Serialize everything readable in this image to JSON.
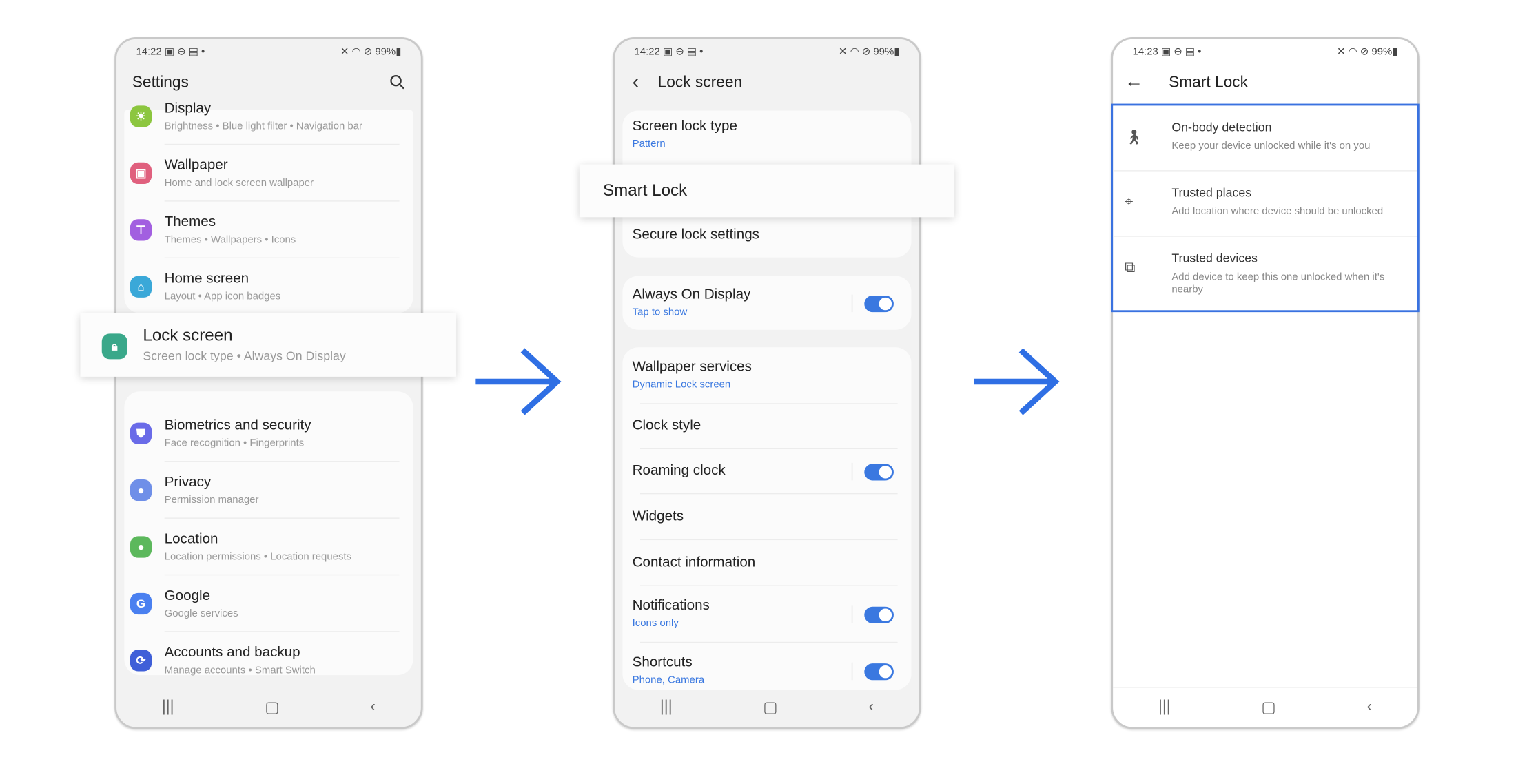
{
  "status": {
    "phone1_time": "14:22",
    "phone2_time": "14:22",
    "phone3_time": "14:23",
    "left_icons": "▣ ⊖ ▤ •",
    "right_icons": "✕ ◠ ⊘",
    "battery": "99%"
  },
  "settings": {
    "title": "Settings",
    "search_icon": "search-icon",
    "items": [
      {
        "title": "Display",
        "subtitle": "Brightness  •  Blue light filter  •  Navigation bar",
        "icon": "sun-icon",
        "color": "#8cc63f"
      },
      {
        "title": "Wallpaper",
        "subtitle": "Home and lock screen wallpaper",
        "icon": "image-icon",
        "color": "#e0607e"
      },
      {
        "title": "Themes",
        "subtitle": "Themes  •  Wallpapers  •  Icons",
        "icon": "brush-icon",
        "color": "#a25fe0"
      },
      {
        "title": "Home screen",
        "subtitle": "Layout  •  App icon badges",
        "icon": "home-icon",
        "color": "#3aa8d8"
      },
      {
        "title": "Biometrics and security",
        "subtitle": "Face recognition  •  Fingerprints",
        "icon": "shield-icon",
        "color": "#6a6be8"
      },
      {
        "title": "Privacy",
        "subtitle": "Permission manager",
        "icon": "privacy-icon",
        "color": "#6f8fe8"
      },
      {
        "title": "Location",
        "subtitle": "Location permissions  •  Location requests",
        "icon": "location-icon",
        "color": "#5cb85c"
      },
      {
        "title": "Google",
        "subtitle": "Google services",
        "icon": "google-icon",
        "color": "#4a80f0"
      },
      {
        "title": "Accounts and backup",
        "subtitle": "Manage accounts  •  Smart Switch",
        "icon": "sync-icon",
        "color": "#3f5fd8"
      }
    ],
    "highlight": {
      "title": "Lock screen",
      "subtitle": "Screen lock type  •  Always On Display",
      "icon": "lock-icon",
      "color": "#3aa88a"
    }
  },
  "lock_screen": {
    "title": "Lock screen",
    "items": [
      {
        "title": "Screen lock type",
        "subtitle": "Pattern"
      },
      {
        "title": "Secure lock settings"
      },
      {
        "title": "Always On Display",
        "subtitle": "Tap to show",
        "toggle": true
      },
      {
        "title": "Wallpaper services",
        "subtitle": "Dynamic Lock screen"
      },
      {
        "title": "Clock style"
      },
      {
        "title": "Roaming clock",
        "toggle": true
      },
      {
        "title": "Widgets"
      },
      {
        "title": "Contact information"
      },
      {
        "title": "Notifications",
        "subtitle": "Icons only",
        "toggle": true
      },
      {
        "title": "Shortcuts",
        "subtitle": "Phone, Camera",
        "toggle": true
      }
    ],
    "highlight": {
      "title": "Smart Lock"
    }
  },
  "smart_lock": {
    "title": "Smart Lock",
    "items": [
      {
        "title": "On-body detection",
        "subtitle": "Keep your device unlocked while it's on you",
        "icon": "walking-icon"
      },
      {
        "title": "Trusted places",
        "subtitle": "Add location where device should be unlocked",
        "icon": "location-pin-icon"
      },
      {
        "title": "Trusted devices",
        "subtitle": "Add device to keep this one unlocked when it's nearby",
        "icon": "devices-icon"
      }
    ]
  },
  "colors": {
    "accent": "#3a72e0",
    "arrow": "#2f6fe4"
  }
}
